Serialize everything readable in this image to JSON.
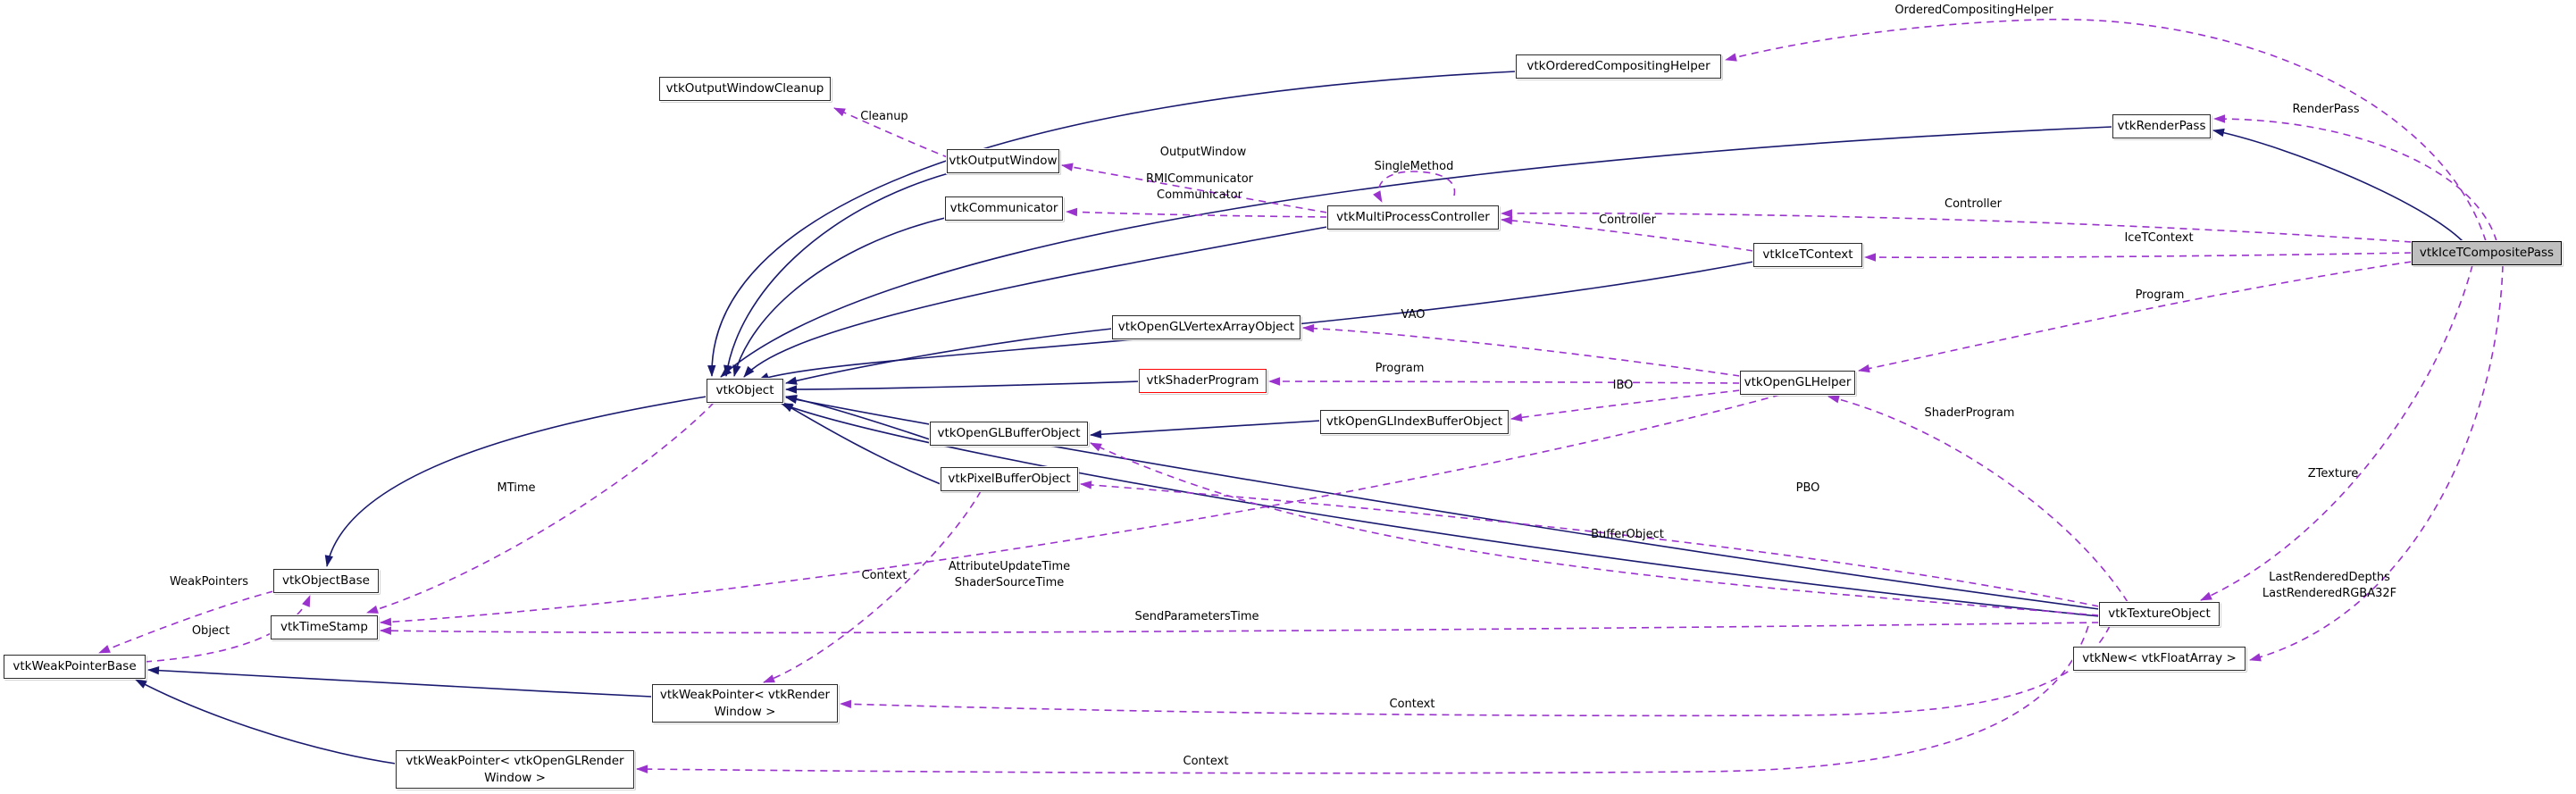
{
  "diagram": {
    "title": "vtkIceTCompositePass collaboration graph",
    "colors": {
      "inheritance_edge": "#191970",
      "usage_edge": "#9a32cd",
      "node_fill": "#ffffff",
      "node_border": "#2b2b2b",
      "highlight_fill": "#bfbfbf",
      "special_border": "#ff0000",
      "text": "#000000"
    },
    "nodes": [
      {
        "id": "outputwindowcleanup",
        "label": "vtkOutputWindowCleanup",
        "variant": "default"
      },
      {
        "id": "orderedcompositinghelper",
        "label": "vtkOrderedCompositingHelper",
        "variant": "default"
      },
      {
        "id": "renderpass",
        "label": "vtkRenderPass",
        "variant": "default"
      },
      {
        "id": "outputwindow",
        "label": "vtkOutputWindow",
        "variant": "default"
      },
      {
        "id": "communicator",
        "label": "vtkCommunicator",
        "variant": "default"
      },
      {
        "id": "multiprocesscontroller",
        "label": "vtkMultiProcessController",
        "variant": "default"
      },
      {
        "id": "icetcontext",
        "label": "vtkIceTContext",
        "variant": "default"
      },
      {
        "id": "icetcompositepass",
        "label": "vtkIceTCompositePass",
        "variant": "highlight"
      },
      {
        "id": "openglvertexarrayobject",
        "label": "vtkOpenGLVertexArrayObject",
        "variant": "default"
      },
      {
        "id": "shaderprogram",
        "label": "vtkShaderProgram",
        "variant": "redline"
      },
      {
        "id": "openglhelper",
        "label": "vtkOpenGLHelper",
        "variant": "default"
      },
      {
        "id": "object",
        "label": "vtkObject",
        "variant": "default"
      },
      {
        "id": "openglindexbufferobject",
        "label": "vtkOpenGLIndexBufferObject",
        "variant": "default"
      },
      {
        "id": "openglbufferobject",
        "label": "vtkOpenGLBufferObject",
        "variant": "default"
      },
      {
        "id": "pixelbufferobject",
        "label": "vtkPixelBufferObject",
        "variant": "default"
      },
      {
        "id": "objectbase",
        "label": "vtkObjectBase",
        "variant": "default"
      },
      {
        "id": "timestamp",
        "label": "vtkTimeStamp",
        "variant": "default"
      },
      {
        "id": "weakpointerbase",
        "label": "vtkWeakPointerBase",
        "variant": "default"
      },
      {
        "id": "textureobject",
        "label": "vtkTextureObject",
        "variant": "default"
      },
      {
        "id": "new_floatarray",
        "label": "vtkNew< vtkFloatArray >",
        "variant": "default"
      },
      {
        "id": "weakpointer_rw",
        "label": "vtkWeakPointer< vtkRender\nWindow >",
        "variant": "default"
      },
      {
        "id": "weakpointer_oglrw",
        "label": "vtkWeakPointer< vtkOpenGLRender\nWindow >",
        "variant": "default"
      }
    ],
    "edges": [
      {
        "id": "s1",
        "from": "outputwindow",
        "to": "object",
        "type": "inheritance",
        "label": ""
      },
      {
        "id": "s2",
        "from": "communicator",
        "to": "object",
        "type": "inheritance",
        "label": ""
      },
      {
        "id": "s3",
        "from": "multiprocesscontroller",
        "to": "object",
        "type": "inheritance",
        "label": ""
      },
      {
        "id": "s4",
        "from": "icetcontext",
        "to": "object",
        "type": "inheritance",
        "label": ""
      },
      {
        "id": "s5",
        "from": "orderedcompositinghelper",
        "to": "object",
        "type": "inheritance",
        "label": ""
      },
      {
        "id": "s6",
        "from": "renderpass",
        "to": "object",
        "type": "inheritance",
        "label": ""
      },
      {
        "id": "s7",
        "from": "openglvertexarrayobject",
        "to": "object",
        "type": "inheritance",
        "label": ""
      },
      {
        "id": "s8",
        "from": "shaderprogram",
        "to": "object",
        "type": "inheritance",
        "label": ""
      },
      {
        "id": "s9",
        "from": "openglindexbufferobject",
        "to": "openglbufferobject",
        "type": "inheritance",
        "label": ""
      },
      {
        "id": "s10",
        "from": "openglbufferobject",
        "to": "object",
        "type": "inheritance",
        "label": ""
      },
      {
        "id": "s11",
        "from": "pixelbufferobject",
        "to": "object",
        "type": "inheritance",
        "label": ""
      },
      {
        "id": "s12",
        "from": "textureobject",
        "to": "object",
        "type": "inheritance",
        "label": ""
      },
      {
        "id": "s13",
        "from": "textureobject",
        "to": "object",
        "type": "inheritance",
        "label": ""
      },
      {
        "id": "s14",
        "from": "object",
        "to": "objectbase",
        "type": "inheritance",
        "label": ""
      },
      {
        "id": "s15",
        "from": "weakpointer_rw",
        "to": "weakpointerbase",
        "type": "inheritance",
        "label": ""
      },
      {
        "id": "s16",
        "from": "weakpointer_oglrw",
        "to": "weakpointerbase",
        "type": "inheritance",
        "label": ""
      },
      {
        "id": "s17",
        "from": "icetcompositepass",
        "to": "renderpass",
        "type": "inheritance",
        "label": ""
      },
      {
        "id": "d1",
        "from": "outputwindow",
        "to": "outputwindowcleanup",
        "type": "usage",
        "label": "Cleanup"
      },
      {
        "id": "d2",
        "from": "multiprocesscontroller",
        "to": "outputwindow",
        "type": "usage",
        "label": "OutputWindow"
      },
      {
        "id": "d3",
        "from": "multiprocesscontroller",
        "to": "communicator",
        "type": "usage",
        "label": "RMICommunicator\nCommunicator"
      },
      {
        "id": "d4",
        "from": "multiprocesscontroller",
        "to": "multiprocesscontroller",
        "type": "usage",
        "label": "SingleMethod"
      },
      {
        "id": "d5",
        "from": "icetcontext",
        "to": "multiprocesscontroller",
        "type": "usage",
        "label": "Controller"
      },
      {
        "id": "d6",
        "from": "icetcompositepass",
        "to": "multiprocesscontroller",
        "type": "usage",
        "label": "Controller"
      },
      {
        "id": "d7",
        "from": "icetcompositepass",
        "to": "icetcontext",
        "type": "usage",
        "label": "IceTContext"
      },
      {
        "id": "d8",
        "from": "icetcompositepass",
        "to": "orderedcompositinghelper",
        "type": "usage",
        "label": "OrderedCompositingHelper"
      },
      {
        "id": "d9",
        "from": "icetcompositepass",
        "to": "renderpass",
        "type": "usage",
        "label": "RenderPass"
      },
      {
        "id": "d10",
        "from": "icetcompositepass",
        "to": "openglhelper",
        "type": "usage",
        "label": "Program"
      },
      {
        "id": "d11",
        "from": "openglhelper",
        "to": "openglvertexarrayobject",
        "type": "usage",
        "label": "VAO"
      },
      {
        "id": "d12",
        "from": "openglhelper",
        "to": "shaderprogram",
        "type": "usage",
        "label": "Program"
      },
      {
        "id": "d13",
        "from": "openglhelper",
        "to": "openglindexbufferobject",
        "type": "usage",
        "label": "IBO"
      },
      {
        "id": "d14",
        "from": "openglhelper",
        "to": "timestamp",
        "type": "usage",
        "label": "AttributeUpdateTime\nShaderSourceTime"
      },
      {
        "id": "d15",
        "from": "textureobject",
        "to": "openglhelper",
        "type": "usage",
        "label": "ShaderProgram"
      },
      {
        "id": "d16",
        "from": "textureobject",
        "to": "pixelbufferobject",
        "type": "usage",
        "label": "PBO"
      },
      {
        "id": "d17",
        "from": "textureobject",
        "to": "openglbufferobject",
        "type": "usage",
        "label": "BufferObject"
      },
      {
        "id": "d18",
        "from": "textureobject",
        "to": "timestamp",
        "type": "usage",
        "label": "SendParametersTime"
      },
      {
        "id": "d19",
        "from": "object",
        "to": "timestamp",
        "type": "usage",
        "label": "MTime"
      },
      {
        "id": "d20",
        "from": "objectbase",
        "to": "weakpointerbase",
        "type": "usage",
        "label": "WeakPointers"
      },
      {
        "id": "d21",
        "from": "weakpointerbase",
        "to": "objectbase",
        "type": "usage",
        "label": "Object"
      },
      {
        "id": "d22",
        "from": "pixelbufferobject",
        "to": "weakpointer_rw",
        "type": "usage",
        "label": "Context"
      },
      {
        "id": "d23",
        "from": "textureobject",
        "to": "weakpointer_rw",
        "type": "usage",
        "label": "Context"
      },
      {
        "id": "d24",
        "from": "textureobject",
        "to": "weakpointer_oglrw",
        "type": "usage",
        "label": "Context"
      },
      {
        "id": "d25",
        "from": "icetcompositepass",
        "to": "textureobject",
        "type": "usage",
        "label": "ZTexture"
      },
      {
        "id": "d26",
        "from": "icetcompositepass",
        "to": "new_floatarray",
        "type": "usage",
        "label": "LastRenderedDepths\nLastRenderedRGBA32F"
      }
    ]
  }
}
